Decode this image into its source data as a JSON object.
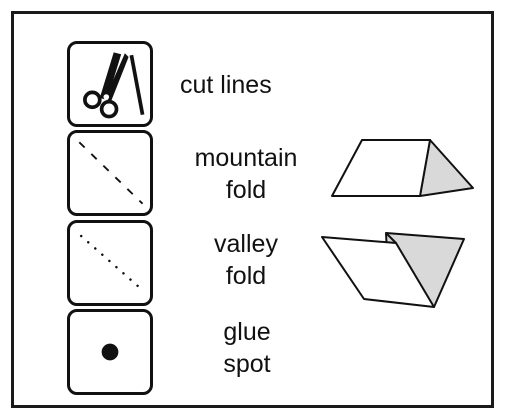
{
  "legend": {
    "items": [
      {
        "id": "cut",
        "icon": "scissors-icon",
        "lines": [
          "cut lines"
        ]
      },
      {
        "id": "mountain",
        "icon": "dashed-diagonal-icon",
        "lines": [
          "mountain",
          "fold"
        ]
      },
      {
        "id": "valley",
        "icon": "dotted-diagonal-icon",
        "lines": [
          "valley",
          "fold"
        ]
      },
      {
        "id": "glue",
        "icon": "glue-dot-icon",
        "lines": [
          "glue",
          "spot"
        ]
      }
    ]
  },
  "colors": {
    "stroke": "#111111",
    "fold_shade": "#d9d9d9",
    "background": "#ffffff"
  }
}
